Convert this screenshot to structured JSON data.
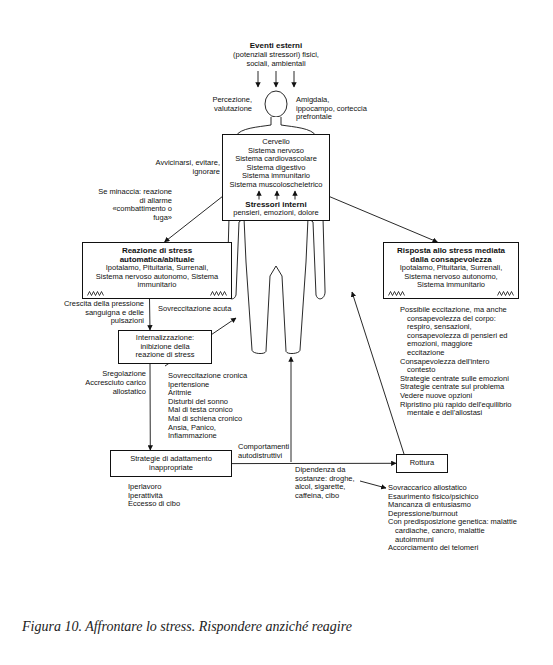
{
  "diagram": {
    "caption": "Figura 10. Affrontare lo stress. Rispondere anziché reagire",
    "nodes": [
      {
        "text": [
          "Cervello",
          "Sistema nervoso",
          "Sistema cardiovascolare",
          "Sistema digestivo",
          "Sistema immunitario",
          "Sistema muscoloscheletrico",
          "Stressori interni",
          "pensieri, emozioni, dolore"
        ]
      },
      {
        "text": [
          "Reazione di stress automatica/abituale",
          "Ipotalamo, Pituitaria, Surrenali, Sistema nervoso autonomo, Sistema immunitario"
        ]
      },
      {
        "text": [
          "Risposta allo stress mediata dalla consapevolezza",
          "Ipotalamo, Pituitaria, Surrenali, Sistema nervoso autonomo, Sistema immunitario"
        ]
      },
      {
        "text": [
          "Internalizzazione: inibizione della reazione di stress"
        ]
      },
      {
        "text": [
          "Strategie di adattamento inappropriate"
        ]
      },
      {
        "text": [
          "Rottura"
        ]
      }
    ],
    "edges": [
      {
        "from": 0,
        "to": 1,
        "arrow": "to",
        "label": "Se minaccia: reazione di allarme «combattimento o fuga»"
      },
      {
        "from": 0,
        "to": 2,
        "arrow": "to"
      },
      {
        "from": 1,
        "to": 3,
        "arrow": "to"
      },
      {
        "from": 3,
        "to": 4,
        "arrow": "to"
      },
      {
        "from": 4,
        "to": 5,
        "arrow": "to"
      }
    ],
    "labels": [
      "Eventi esterni",
      "(potenziali stressori) fisici, sociali, ambientali",
      "Percezione, valutazione",
      "Amigdala, ippocampo, corteccia prefrontale",
      "Avvicinarsi, evitare, ignorare",
      "Crescita della pressione sanguigna e delle pulsazioni",
      "Sovreccitazione acuta",
      "Sregolazione",
      "Accresciuto carico allostatico",
      "Sovreccitazione cronica",
      "Ipertensione",
      "Aritmie",
      "Disturbi del sonno",
      "Mal di testa cronico",
      "Mal di schiena cronico",
      "Ansia, Panico, Infiammazione",
      "Comportamenti autodistruttivi",
      "Iperlavoro",
      "Iperattività",
      "Eccesso di cibo",
      "Dipendenza da sostanze: droghe, alcol, sigarette, caffeina, cibo",
      "Possibile eccitazione, ma anche consapevolezza del corpo: respiro, sensazioni, consapevolezza di pensieri ed emozioni, maggiore eccitazione",
      "Consapevolezza dell'intero contesto",
      "Strategie centrate sulle emozioni",
      "Strategie centrate sul problema",
      "Vedere nuove opzioni",
      "Ripristino più rapido dell'equilibrio mentale e dell'allostasi",
      "Sovraccarico allostatico",
      "Esaurimento fisico/psichico",
      "Mancanza di entusiasmo",
      "Depressione/burnout",
      "Con predisposizione genetica: malattie cardiache, cancro, malattie autoimmuni",
      "Accorciamento dei telomeri"
    ]
  }
}
